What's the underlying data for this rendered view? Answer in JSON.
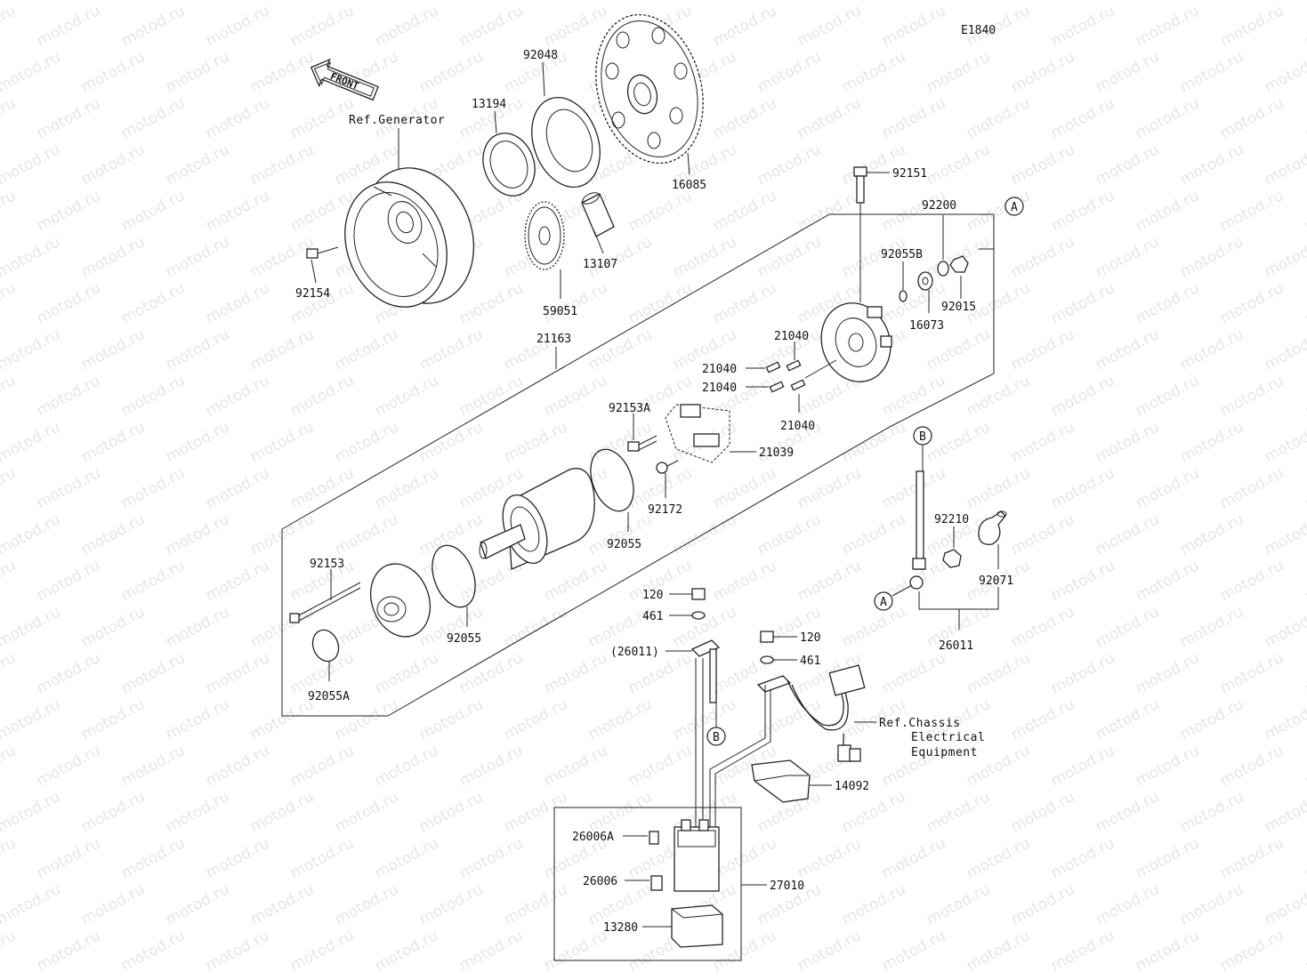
{
  "diagram_id": "E1840",
  "watermark_text": "motod.ru",
  "front_arrow_text": "FRONT",
  "refs": {
    "generator": "Ref.Generator",
    "chassis_line1": "Ref.Chassis",
    "chassis_line2": "Electrical",
    "chassis_line3": "Equipment"
  },
  "connector_letters": {
    "a": "A",
    "b": "B"
  },
  "parts": {
    "p92048": "92048",
    "p13194": "13194",
    "p16085": "16085",
    "p92151": "92151",
    "p92200": "92200",
    "p92055B": "92055B",
    "p92154": "92154",
    "p13107": "13107",
    "p59051": "59051",
    "p92015": "92015",
    "p16073": "16073",
    "p21163": "21163",
    "p21040a": "21040",
    "p21040b": "21040",
    "p21040c": "21040",
    "p21040d": "21040",
    "p92153A": "92153A",
    "p21039": "21039",
    "p92172": "92172",
    "p92055a": "92055",
    "p92055b": "92055",
    "p92153": "92153",
    "p92055A": "92055A",
    "p92210": "92210",
    "p92071": "92071",
    "p26011": "26011",
    "p26011p": "(26011)",
    "p120a": "120",
    "p461a": "461",
    "p120b": "120",
    "p461b": "461",
    "p14092": "14092",
    "p26006A": "26006A",
    "p26006": "26006",
    "p27010": "27010",
    "p13280": "13280"
  }
}
